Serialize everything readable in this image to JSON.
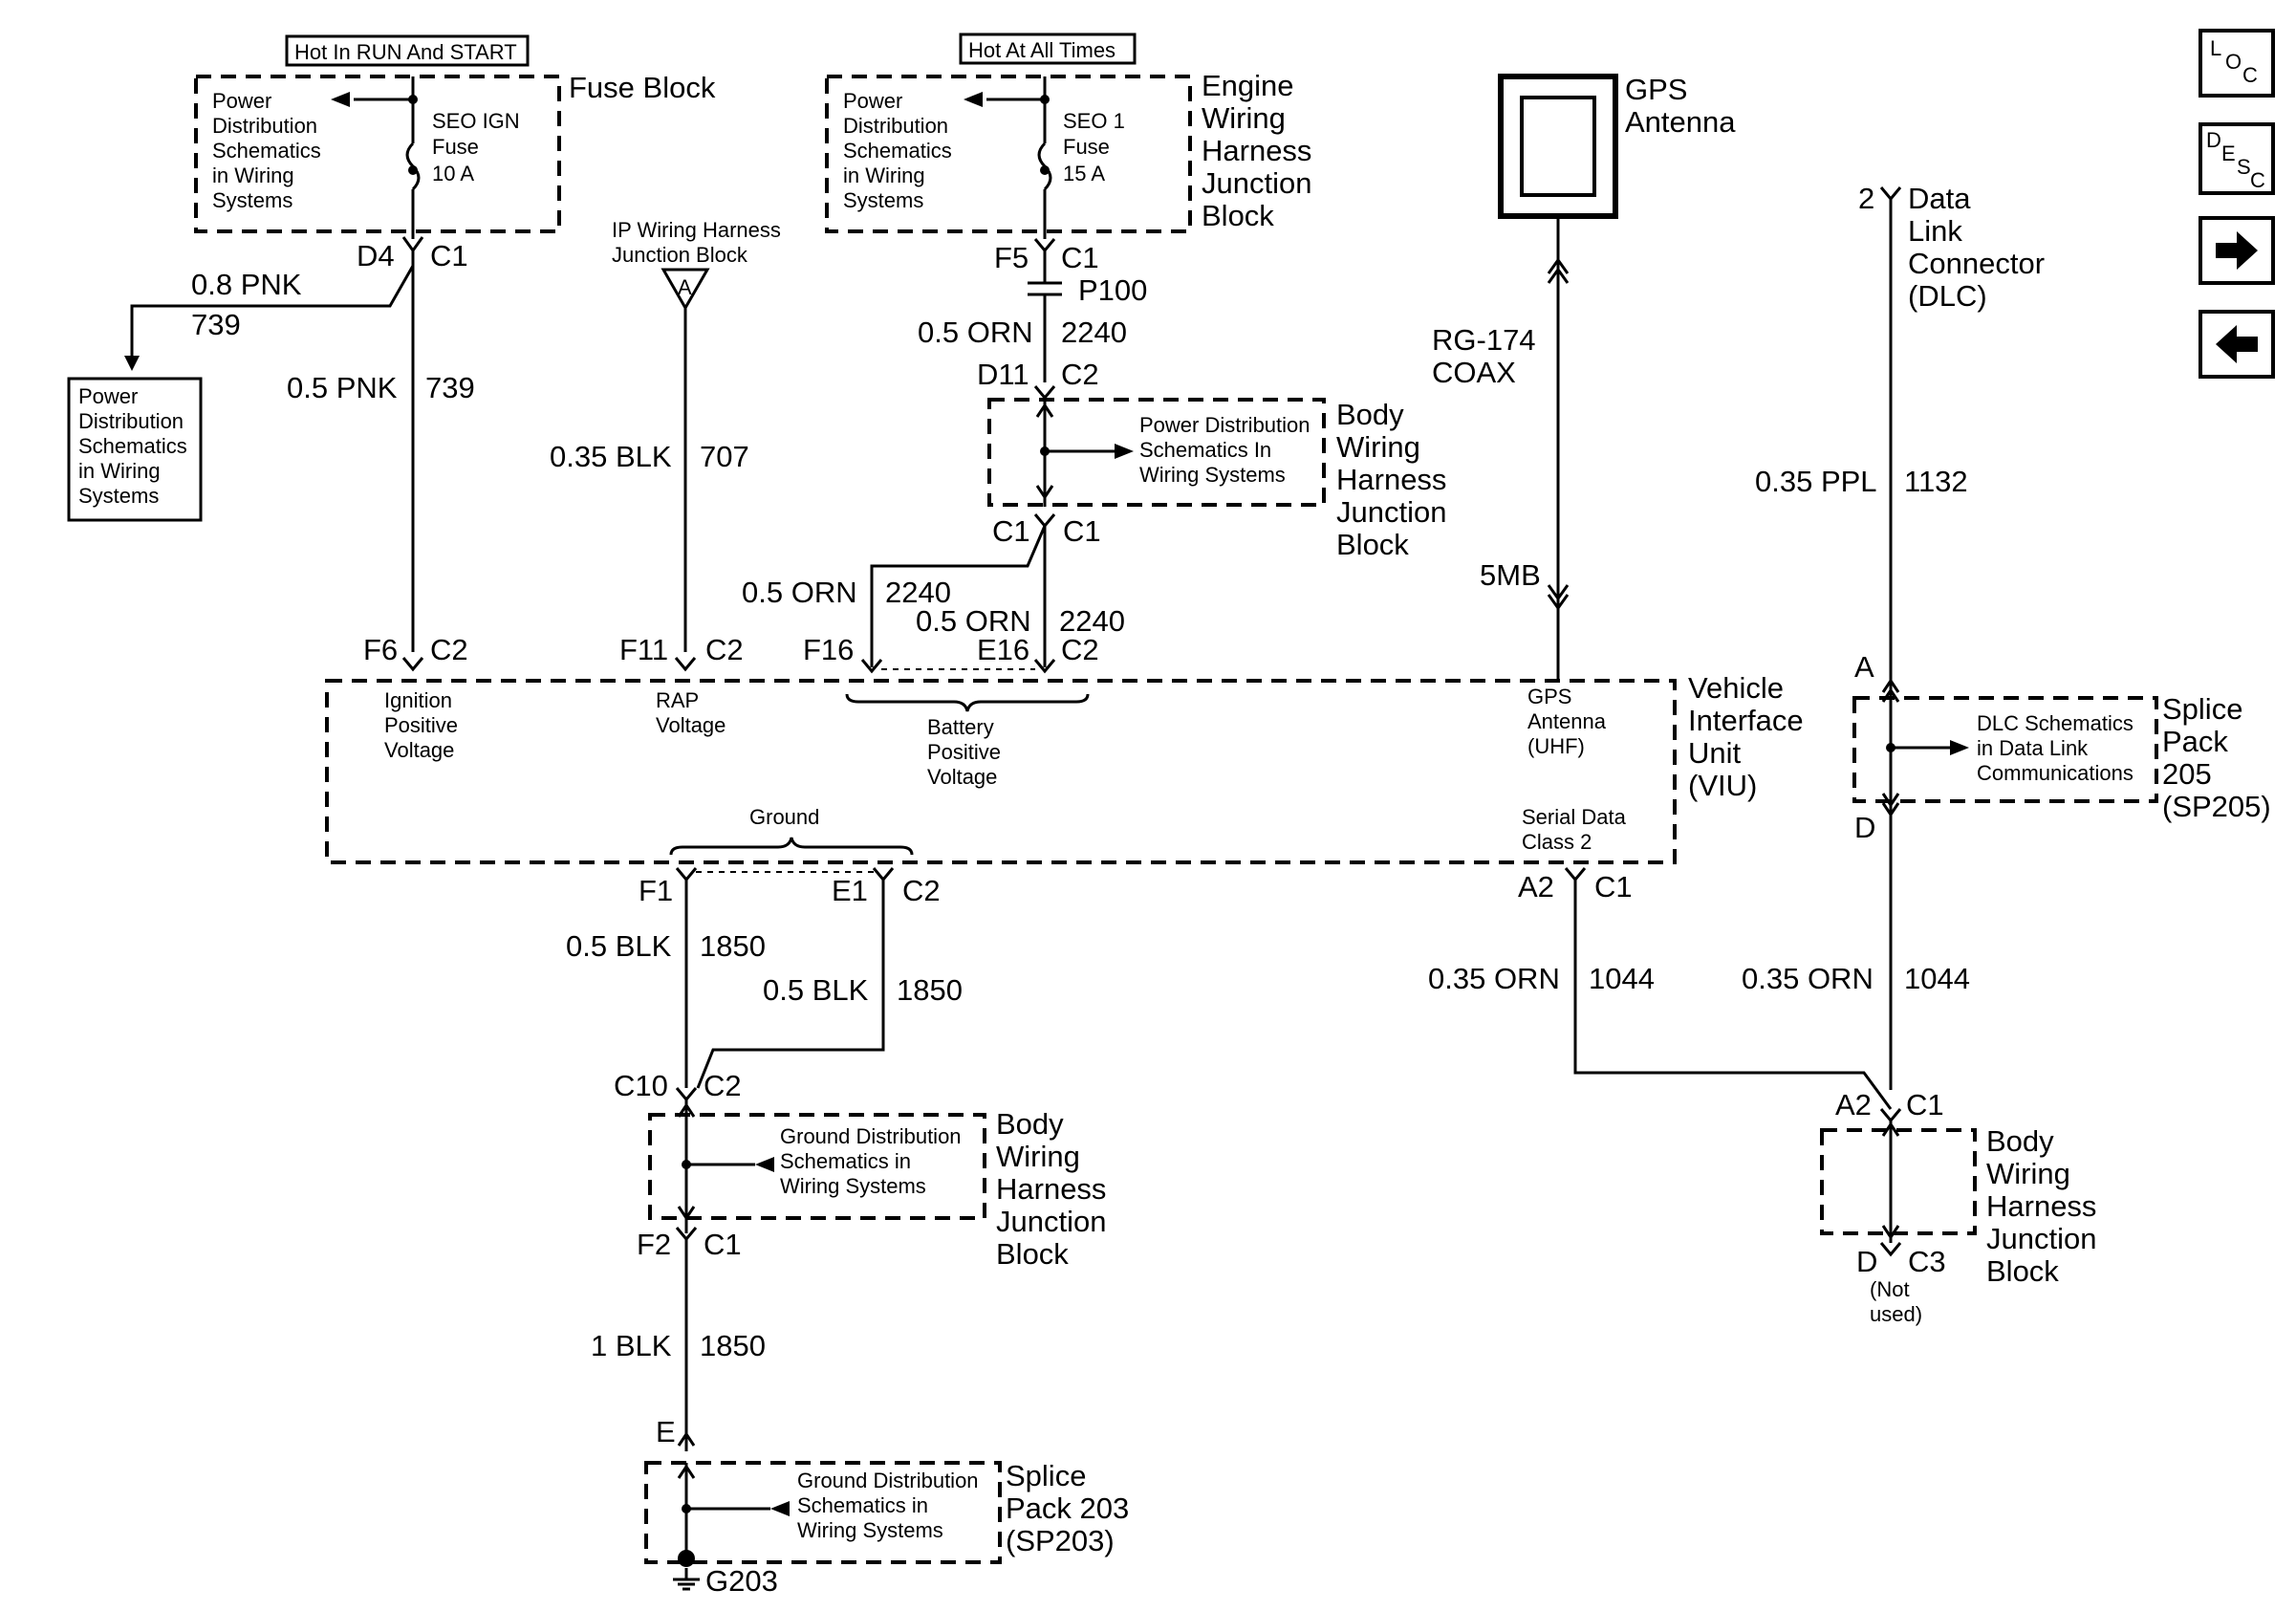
{
  "top_labels": {
    "hot_run_start": "Hot In RUN And START",
    "hot_all_times": "Hot At All Times"
  },
  "fuse_block": {
    "name": "Fuse Block",
    "pds": [
      "Power",
      "Distribution",
      "Schematics",
      "in Wiring",
      "Systems"
    ],
    "fuse": [
      "SEO IGN",
      "Fuse",
      "10 A"
    ],
    "pin": "D4",
    "conn": "C1"
  },
  "engine_block": {
    "name": [
      "Engine",
      "Wiring",
      "Harness",
      "Junction",
      "Block"
    ],
    "pds": [
      "Power",
      "Distribution",
      "Schematics",
      "in Wiring",
      "Systems"
    ],
    "fuse": [
      "SEO 1",
      "Fuse",
      "15 A"
    ],
    "pin": "F5",
    "conn": "C1"
  },
  "pds_box": [
    "Power",
    "Distribution",
    "Schematics",
    "in Wiring",
    "Systems"
  ],
  "wires": {
    "w739a": [
      "0.8 PNK",
      "739"
    ],
    "w739b": [
      "0.5 PNK",
      "739"
    ],
    "w707": [
      "0.35 BLK",
      "707"
    ],
    "w2240a": [
      "0.5 ORN",
      "2240"
    ],
    "w2240b": [
      "0.5 ORN",
      "2240"
    ],
    "w2240c": [
      "0.5 ORN",
      "2240"
    ],
    "w1850a": [
      "0.5 BLK",
      "1850"
    ],
    "w1850b": [
      "0.5 BLK",
      "1850"
    ],
    "w1850c": [
      "1 BLK",
      "1850"
    ],
    "w1044a": [
      "0.35 ORN",
      "1044"
    ],
    "w1044b": [
      "0.35 ORN",
      "1044"
    ],
    "w1132": [
      "0.35 PPL",
      "1132"
    ],
    "coax": [
      "RG-174",
      "COAX"
    ]
  },
  "ip_harness": {
    "name": [
      "IP Wiring Harness",
      "Junction Block"
    ],
    "tag": "A"
  },
  "p100": "P100",
  "d11": {
    "pin": "D11",
    "conn": "C2"
  },
  "body_junction_top": {
    "name": [
      "Body",
      "Wiring",
      "Harness",
      "Junction",
      "Block"
    ],
    "ref": [
      "Power Distribution",
      "Schematics In",
      "Wiring Systems"
    ],
    "bottom_pins": [
      "C1",
      "C1"
    ]
  },
  "gps": {
    "name": [
      "GPS",
      "Antenna"
    ],
    "conn": "5MB"
  },
  "dlc": {
    "pin": "2",
    "name": [
      "Data",
      "Link",
      "Connector",
      "(DLC)"
    ]
  },
  "viu": {
    "name": [
      "Vehicle",
      "Interface",
      "Unit",
      "(VIU)"
    ],
    "pins_top": [
      {
        "pin": "F6",
        "conn": "C2"
      },
      {
        "pin": "F11",
        "conn": "C2"
      },
      {
        "pin": "F16",
        "conn": ""
      },
      {
        "pin": "E16",
        "conn": "C2"
      }
    ],
    "ign": [
      "Ignition",
      "Positive",
      "Voltage"
    ],
    "rap": [
      "RAP",
      "Voltage"
    ],
    "batt": [
      "Battery",
      "Positive",
      "Voltage"
    ],
    "gps": [
      "GPS",
      "Antenna",
      "(UHF)"
    ],
    "ground": "Ground",
    "serial": [
      "Serial Data",
      "Class 2"
    ],
    "pins_bottom": [
      {
        "pin": "F1",
        "conn": ""
      },
      {
        "pin": "E1",
        "conn": "C2"
      },
      {
        "pin": "A2",
        "conn": "C1"
      }
    ]
  },
  "splice205": {
    "name": [
      "Splice",
      "Pack",
      "205",
      "(SP205)"
    ],
    "ref": [
      "DLC Schematics",
      "in Data Link",
      "Communications"
    ],
    "top": "A",
    "bottom": "D"
  },
  "body_junction_mid": {
    "name": [
      "Body",
      "Wiring",
      "Harness",
      "Junction",
      "Block"
    ],
    "ref": [
      "Ground Distribution",
      "Schematics in",
      "Wiring Systems"
    ],
    "top": {
      "pin": "C10",
      "conn": "C2"
    },
    "bottom": {
      "pin": "F2",
      "conn": "C1"
    }
  },
  "body_junction_right": {
    "name": [
      "Body",
      "Wiring",
      "Harness",
      "Junction",
      "Block"
    ],
    "top": {
      "pin": "A2",
      "conn": "C1"
    },
    "bottom": {
      "pin": "D",
      "conn": "C3"
    },
    "note": [
      "(Not",
      "used)"
    ]
  },
  "splice203": {
    "name": [
      "Splice",
      "Pack 203",
      "(SP203)"
    ],
    "ref": [
      "Ground Distribution",
      "Schematics in",
      "Wiring Systems"
    ],
    "top": "E",
    "ground": "G203"
  },
  "nav": {
    "loc": [
      "L",
      "O",
      "C"
    ],
    "desc": [
      "D",
      "E",
      "S",
      "C"
    ],
    "next": "→",
    "prev": "←"
  }
}
